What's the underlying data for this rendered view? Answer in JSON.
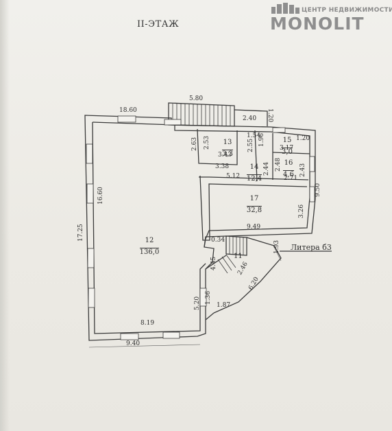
{
  "header": {
    "floor_title": "II-ЭТАЖ"
  },
  "logo": {
    "tagline": "ЦЕНТР НЕДВИЖИМОСТИ",
    "name": "MONOLIT"
  },
  "rooms": {
    "r12": {
      "number": "12",
      "area": "136,0"
    },
    "r13": {
      "number": "13",
      "area": "3,3"
    },
    "r14": {
      "number": "14",
      "area": "12,4"
    },
    "r15": {
      "number": "15",
      "area": "3,0"
    },
    "r16": {
      "number": "16",
      "area": "4,6"
    },
    "r17": {
      "number": "17",
      "area": "32,8"
    },
    "r11": {
      "number": "11"
    }
  },
  "dimensions": {
    "d_580": "5.80",
    "d_1860": "18.60",
    "d_240": "2.40",
    "d_120a": "1.20",
    "d_120b": "1.20",
    "d_154": "1.54",
    "d_263": "2.63",
    "d_253": "2.53",
    "d_343": "3.43",
    "d_255": "2.55",
    "d_196": "1.96",
    "d_317": "3.17",
    "d_338": "3.38",
    "d_244": "2.44",
    "d_248": "2.48",
    "d_271": "2.71",
    "d_243": "2.43",
    "d_512": "5.12",
    "d_950": "9.50",
    "d_326": "3.26",
    "d_949": "9.49",
    "d_1660": "16.60",
    "d_1725": "17.25",
    "d_034": "0.34",
    "d_445": "4.45",
    "d_246": "2.46",
    "d_620": "6.20",
    "d_520": "5.20",
    "d_136": "1.36",
    "d_187": "1.87",
    "d_819": "8.19",
    "d_940": "9.40",
    "d_193": "1.93"
  },
  "annotations": {
    "litera": "Литера б3"
  }
}
